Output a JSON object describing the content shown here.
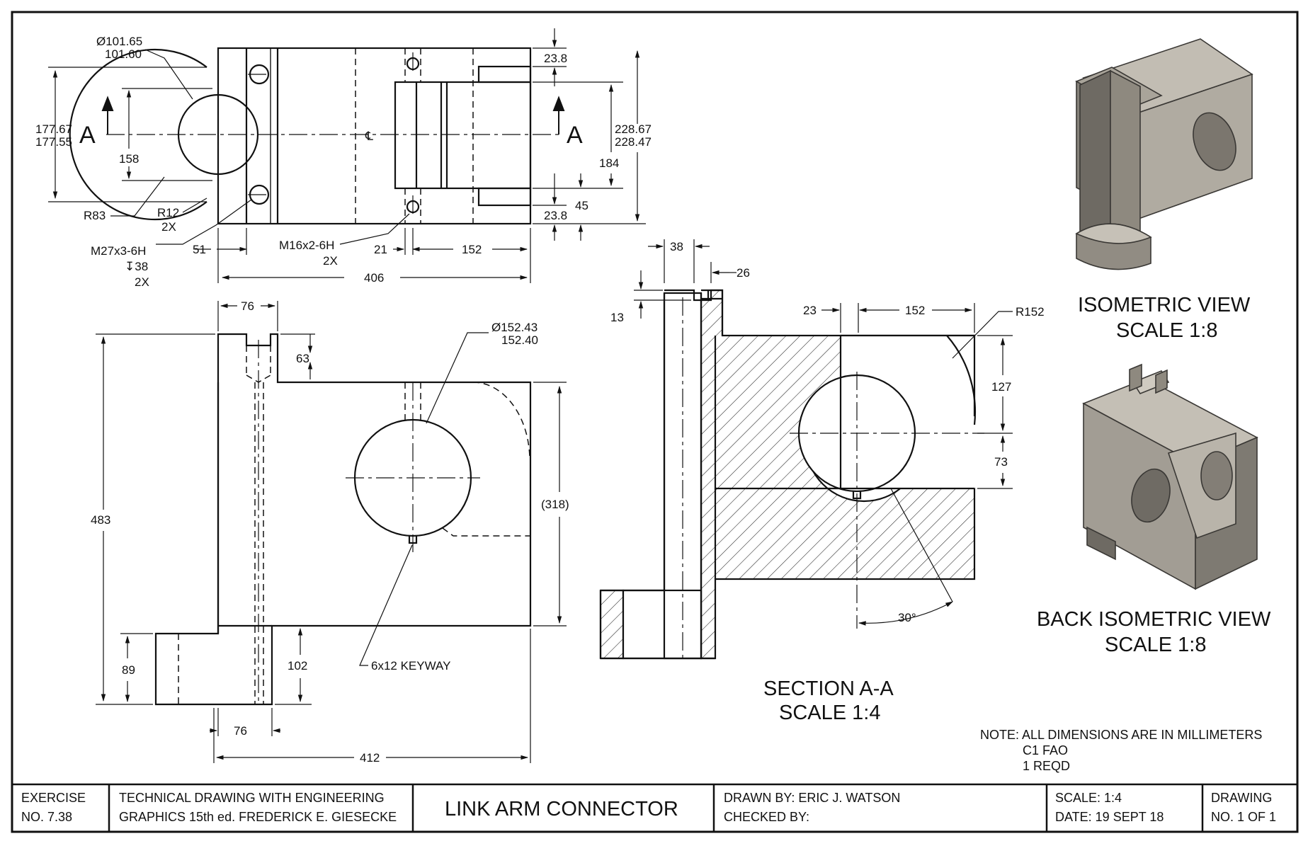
{
  "dimensions": {
    "dia_101_upper": "Ø101.65",
    "dia_101_lower": "101.60",
    "dim_177_upper": "177.67",
    "dim_177_lower": "177.55",
    "dim_158": "158",
    "r83": "R83",
    "r12": "R12",
    "r12_qty": "2X",
    "m27": "M27x3-6H",
    "m27_depth": "↧38",
    "m27_qty": "2X",
    "dim_51": "51",
    "m16": "M16x2-6H",
    "m16_qty": "2X",
    "dim_21": "21",
    "dim_152_top": "152",
    "dim_406": "406",
    "dim_23_8_top": "23.8",
    "dim_23_8_bot": "23.8",
    "dim_45": "45",
    "dim_184": "184",
    "dim_228_upper": "228.67",
    "dim_228_lower": "228.47",
    "cl_symbol": "℄",
    "dim_76_top": "76",
    "dim_63": "63",
    "dia_152_upper": "Ø152.43",
    "dia_152_lower": "152.40",
    "dim_483": "483",
    "dim_318": "(318)",
    "dim_89": "89",
    "dim_102": "102",
    "keyway": "6x12 KEYWAY",
    "dim_76_bot": "76",
    "dim_412": "412",
    "dim_38": "38",
    "dim_26": "26",
    "dim_13": "13",
    "dim_23": "23",
    "dim_152_sec": "152",
    "r152": "R152",
    "dim_127": "127",
    "dim_73": "73",
    "angle_30": "30°"
  },
  "section_markers": {
    "left": "A",
    "right": "A"
  },
  "views": {
    "section_title": "SECTION A-A",
    "section_scale": "SCALE 1:4",
    "iso_title": "ISOMETRIC VIEW",
    "iso_scale": "SCALE 1:8",
    "back_iso_title": "BACK ISOMETRIC VIEW",
    "back_iso_scale": "SCALE 1:8"
  },
  "notes": {
    "line1": "NOTE: ALL DIMENSIONS ARE IN MILLIMETERS",
    "line2": "C1 FAO",
    "line3": "1 REQD"
  },
  "title_block": {
    "exercise_label": "EXERCISE",
    "exercise_no": "NO. 7.38",
    "book_line1": "TECHNICAL DRAWING WITH ENGINEERING",
    "book_line2": "GRAPHICS 15th ed. FREDERICK E. GIESECKE",
    "title": "LINK ARM CONNECTOR",
    "drawn_by": "DRAWN BY: ERIC J. WATSON",
    "checked_by": "CHECKED BY:",
    "scale": "SCALE: 1:4",
    "date": "DATE: 19 SEPT 18",
    "drawing_label": "DRAWING",
    "drawing_no": "NO. 1 OF 1"
  },
  "colors": {
    "line": "#111111",
    "model_light": "#b7b2a8",
    "model_dark": "#6e6a63",
    "model_mid": "#948f86"
  }
}
